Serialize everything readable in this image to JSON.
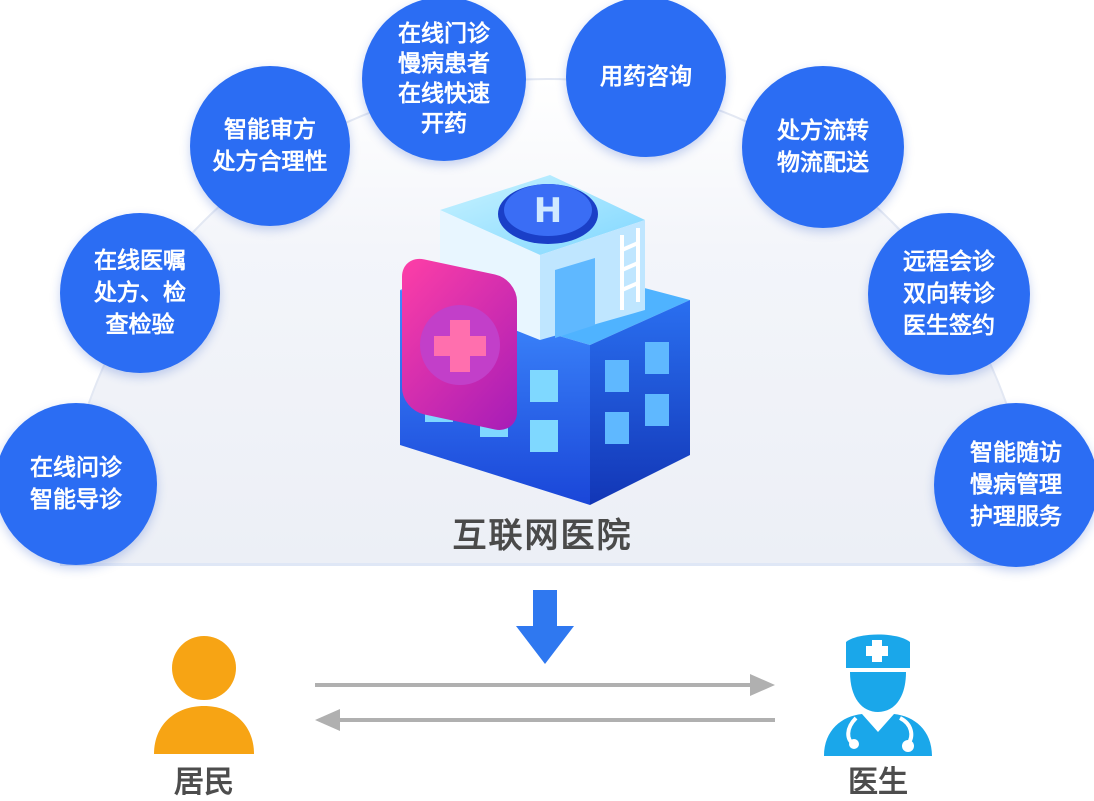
{
  "services": [
    {
      "id": "online-consult",
      "lines": [
        "在线问诊",
        "智能导诊"
      ]
    },
    {
      "id": "online-prescription",
      "lines": [
        "在线医嘱",
        "处方、检",
        "查检验"
      ]
    },
    {
      "id": "smart-review",
      "lines": [
        "智能审方",
        "处方合理性"
      ]
    },
    {
      "id": "online-clinic",
      "lines": [
        "在线门诊",
        "慢病患者",
        "在线快速",
        "开药"
      ]
    },
    {
      "id": "medication-consult",
      "lines": [
        "用药咨询"
      ]
    },
    {
      "id": "prescription-flow",
      "lines": [
        "处方流转",
        "物流配送"
      ]
    },
    {
      "id": "remote-consult",
      "lines": [
        "远程会诊",
        "双向转诊",
        "医生签约"
      ]
    },
    {
      "id": "smart-followup",
      "lines": [
        "智能随访",
        "慢病管理",
        "护理服务"
      ]
    }
  ],
  "center_label": "互联网医院",
  "resident_label": "居民",
  "doctor_label": "医生",
  "colors": {
    "bubble": "#2b6df3",
    "resident": "#f7a414",
    "doctor": "#1aa7ea",
    "arrow_gray": "#b0b0b0",
    "down_arrow": "#2f78f0"
  }
}
